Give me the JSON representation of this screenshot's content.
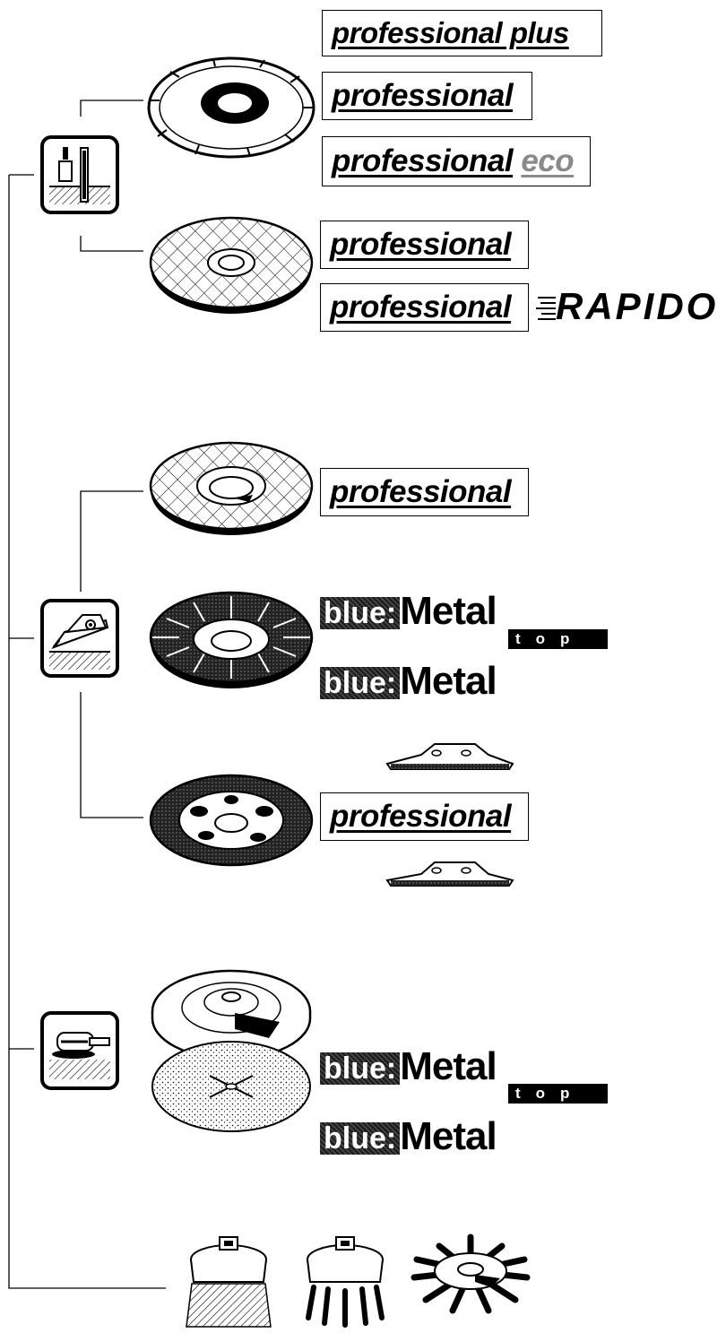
{
  "labels": {
    "professional_plus": "professional plus",
    "professional": "professional",
    "professional_eco_main": "professional",
    "professional_eco_suffix": "eco",
    "rapido": "RAPIDO",
    "blue": "blue:",
    "metal": "Metal",
    "top": "top"
  },
  "icons": {
    "cutting": "cutting-application-icon",
    "grinding": "angle-grinder-icon",
    "sanding": "sander-icon"
  },
  "colors": {
    "ink": "#000000",
    "paper": "#ffffff",
    "eco": "#8a8a8a"
  }
}
